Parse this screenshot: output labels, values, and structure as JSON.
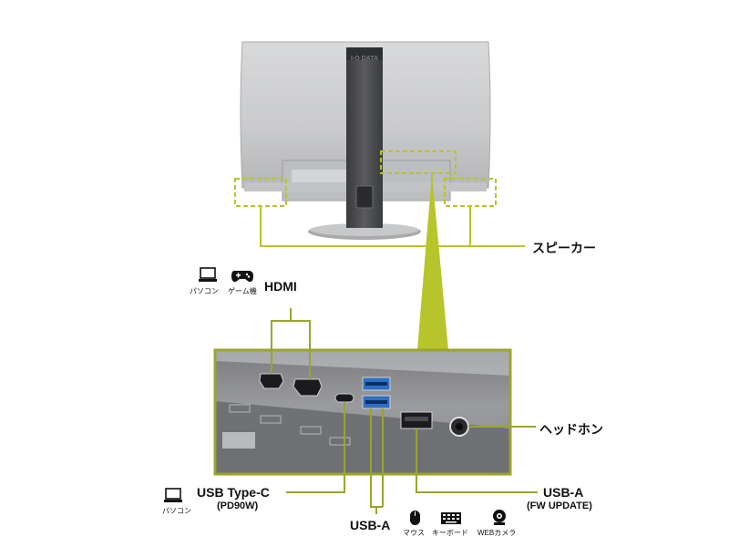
{
  "monitor": {
    "brand": "I-O DATA"
  },
  "labels": {
    "speaker": "スピーカー",
    "hdmi": "HDMI",
    "headphone": "ヘッドホン",
    "usb_c": "USB Type-C",
    "usb_c_sub": "(PD90W)",
    "usb_a_update": "USB-A",
    "usb_a_update_sub": "(FW UPDATE)",
    "usb_a": "USB-A"
  },
  "icons": {
    "pc_hdmi": "パソコン",
    "game": "ゲーム機",
    "pc_usbc": "パソコン",
    "mouse": "マウス",
    "keyboard": "キーボード",
    "webcam": "WEBカメラ"
  },
  "colors": {
    "accent": "#b7c42b",
    "frame": "#9aa52b"
  }
}
